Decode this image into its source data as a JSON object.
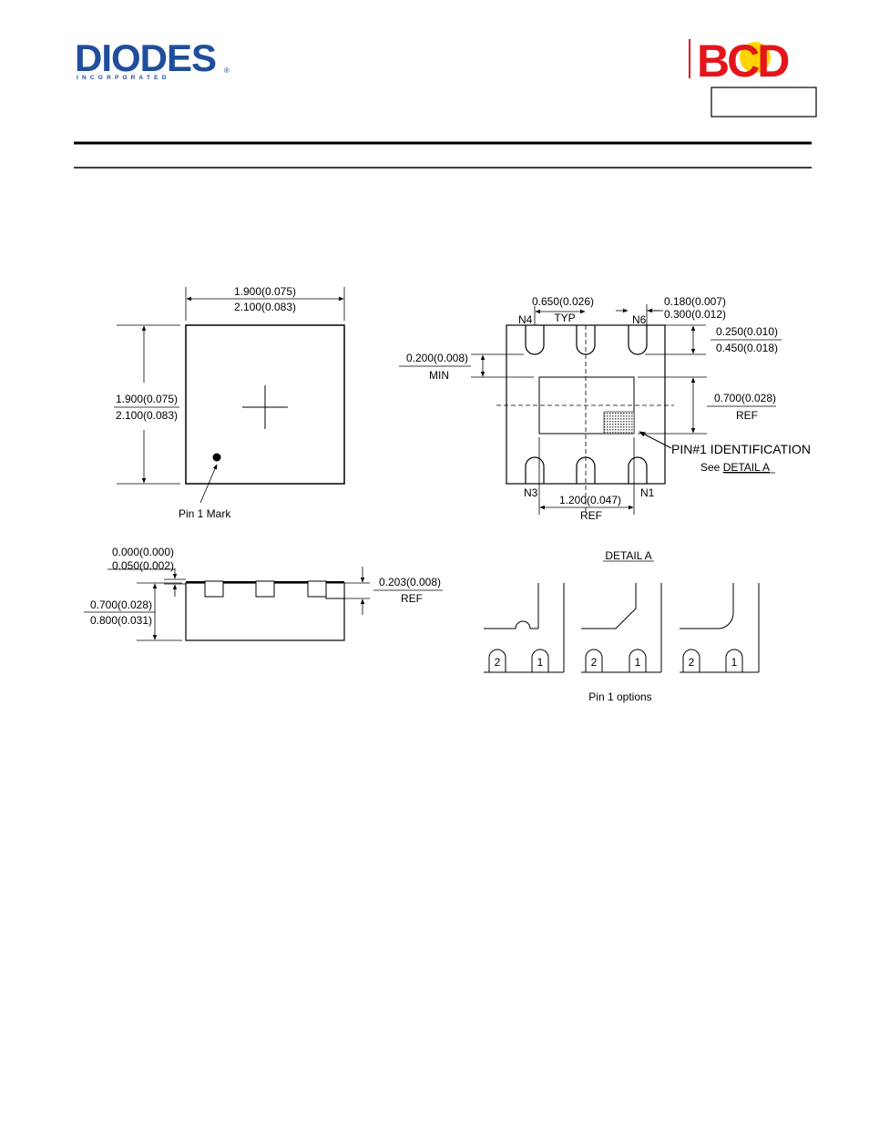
{
  "header": {
    "left_logo": {
      "wordmark": "DIODES",
      "sub": "I N C O R P O R A T E D",
      "registered": "®",
      "color": "#1f4e9c"
    },
    "right_logo": {
      "wordmark": "BCD",
      "color": "#e3151b",
      "dot_color": "#ffd400"
    },
    "part_box_text": ""
  },
  "top_view": {
    "width_dim": [
      "1.900(0.075)",
      "2.100(0.083)"
    ],
    "height_dim": [
      "1.900(0.075)",
      "2.100(0.083)"
    ],
    "pin1_mark": "Pin 1 Mark"
  },
  "bottom_view": {
    "pitch_dim": [
      "0.650(0.026)",
      "TYP"
    ],
    "pad_width_dim": [
      "0.180(0.007)",
      "0.300(0.012)"
    ],
    "pad_len_dim": [
      "0.250(0.010)",
      "0.450(0.018)"
    ],
    "min_dim": [
      "0.200(0.008)",
      "MIN"
    ],
    "epad_h_dim": [
      "0.700(0.028)",
      "REF"
    ],
    "epad_w_dim": [
      "1.200(0.047)",
      "REF"
    ],
    "pins": {
      "n1": "N1",
      "n3": "N3",
      "n4": "N4",
      "n6": "N6"
    },
    "pin1_id": "PIN#1 IDENTIFICATION",
    "see_prefix": "See ",
    "see_link": "DETAIL A"
  },
  "side_view": {
    "standoff_dim": [
      "0.000(0.000)",
      "0.050(0.002)"
    ],
    "height_dim": [
      "0.700(0.028)",
      "0.800(0.031)"
    ],
    "lead_dim": [
      "0.203(0.008)",
      "REF"
    ]
  },
  "detail_a": {
    "title": "DETAIL A",
    "pin_labels": [
      "2",
      "1"
    ],
    "caption": "Pin 1 options"
  }
}
